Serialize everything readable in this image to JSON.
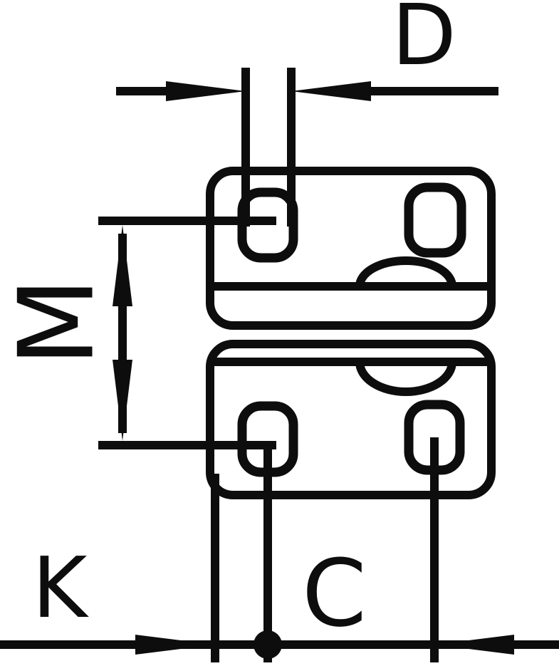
{
  "diagram": {
    "line_color": "#0d0d0d",
    "background": "#ffffff",
    "labels": {
      "d": "D",
      "m": "M",
      "k": "K",
      "c": "C"
    }
  }
}
